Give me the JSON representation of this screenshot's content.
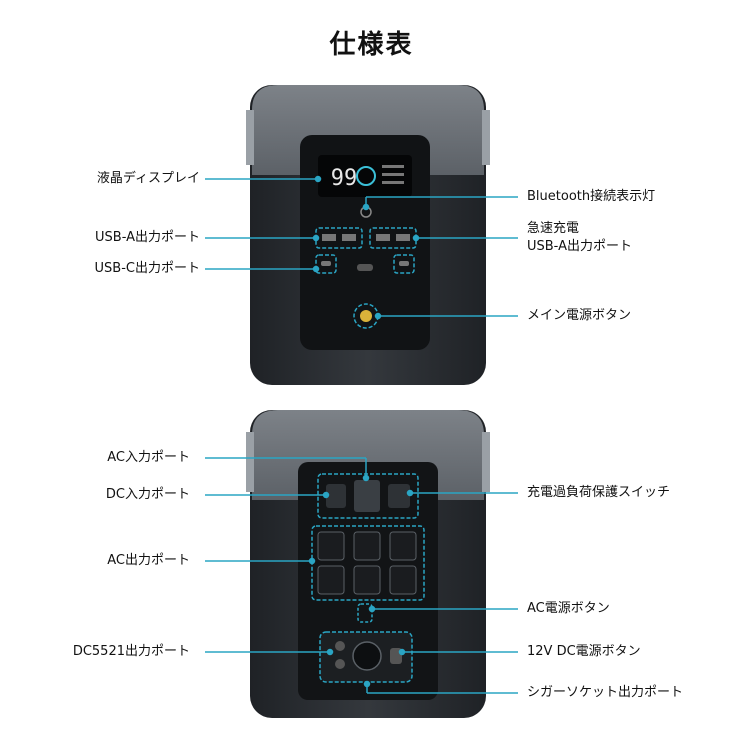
{
  "title": "仕様表",
  "front": {
    "labels": {
      "lcd": "液晶ディスプレイ",
      "usb_a": "USB-A出力ポート",
      "usb_c": "USB-C出力ポート",
      "bluetooth": "Bluetooth接続表示灯",
      "fast_usb_a_line1": "急速充電",
      "fast_usb_a_line2": "USB-A出力ポート",
      "main_power": "メイン電源ボタン"
    },
    "display_reading": "99"
  },
  "back": {
    "labels": {
      "ac_input": "AC入力ポート",
      "dc_input": "DC入力ポート",
      "ac_output": "AC出力ポート",
      "dc5521": "DC5521出力ポート",
      "overload_switch": "充電過負荷保護スイッチ",
      "ac_power": "AC電源ボタン",
      "dc_power": "12V DC電源ボタン",
      "cigar_socket": "シガーソケット出力ポート"
    }
  },
  "colors": {
    "callout": "#2aa5c4",
    "body_dark": "#2b2e33",
    "body_light": "#6d7278",
    "panel": "#1c1e21"
  }
}
